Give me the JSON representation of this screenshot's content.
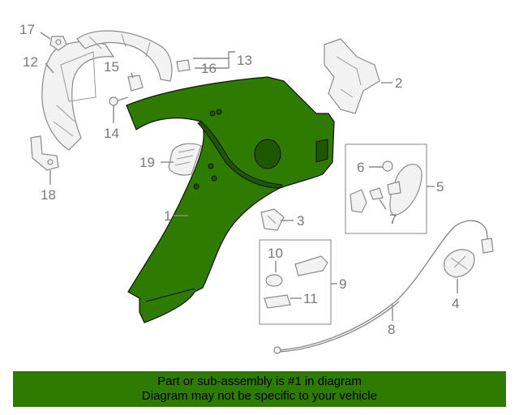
{
  "callouts": {
    "c1": "1",
    "c2": "2",
    "c3": "3",
    "c4": "4",
    "c5": "5",
    "c6": "6",
    "c7": "7",
    "c8": "8",
    "c9": "9",
    "c10": "10",
    "c11": "11",
    "c12": "12",
    "c13": "13",
    "c14": "14",
    "c15": "15",
    "c16": "16",
    "c17": "17",
    "c18": "18",
    "c19": "19"
  },
  "banner": {
    "line1": "Part or sub-assembly is #1 in diagram",
    "line2": "Diagram may not be specific to your vehicle"
  },
  "colors": {
    "highlight": "#2f7a00",
    "banner": "#2f7a00",
    "callout": "#7a7a7a"
  }
}
